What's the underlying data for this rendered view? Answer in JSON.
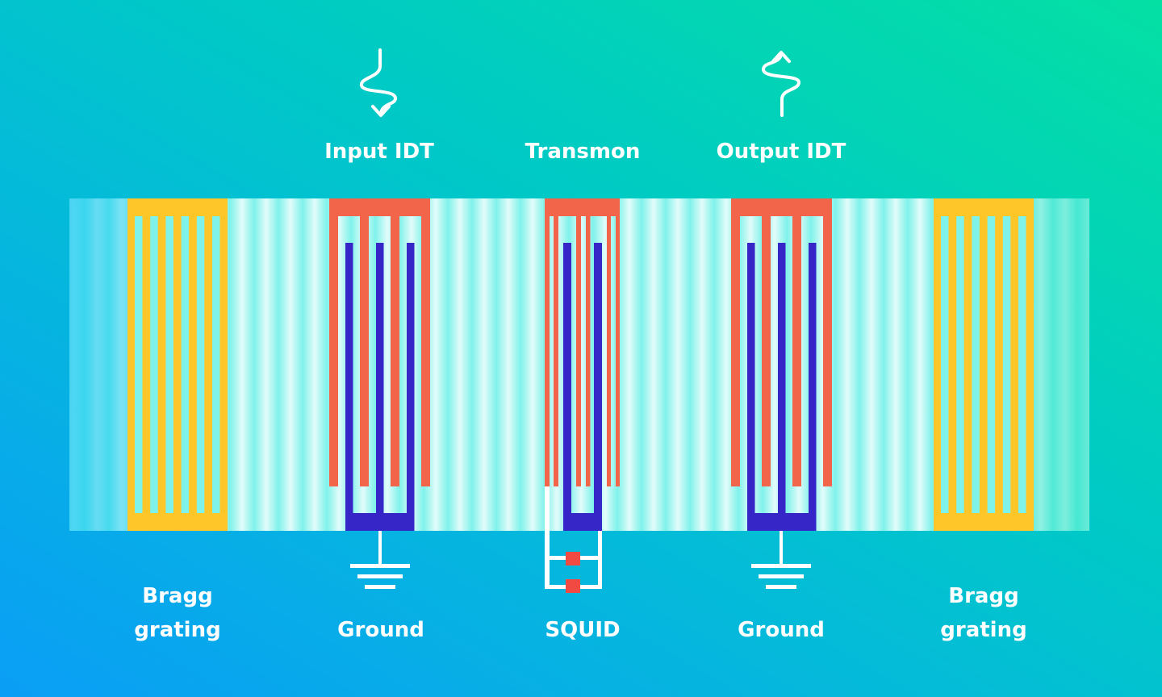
{
  "labels": {
    "input_idt": "Input IDT",
    "transmon": "Transmon",
    "output_idt": "Output IDT",
    "bragg_left_line1": "Bragg",
    "bragg_left_line2": "grating",
    "ground_left": "Ground",
    "squid": "SQUID",
    "ground_right": "Ground",
    "bragg_right_line1": "Bragg",
    "bragg_right_line2": "grating"
  },
  "icons": {
    "input_signal": "wavy-arrow-down-icon",
    "output_signal": "wavy-arrow-up-icon",
    "ground": "ground-symbol-icon",
    "junction": "josephson-junction-icon"
  },
  "colors": {
    "bragg": "#ffc62a",
    "idt_top_electrode": "#f2654a",
    "ground_electrode": "#3626c8",
    "junction": "#f04a42",
    "wire": "#ffffff",
    "substrate_light": "#e2fbfa",
    "substrate_cyan": "#7ff2ea"
  }
}
